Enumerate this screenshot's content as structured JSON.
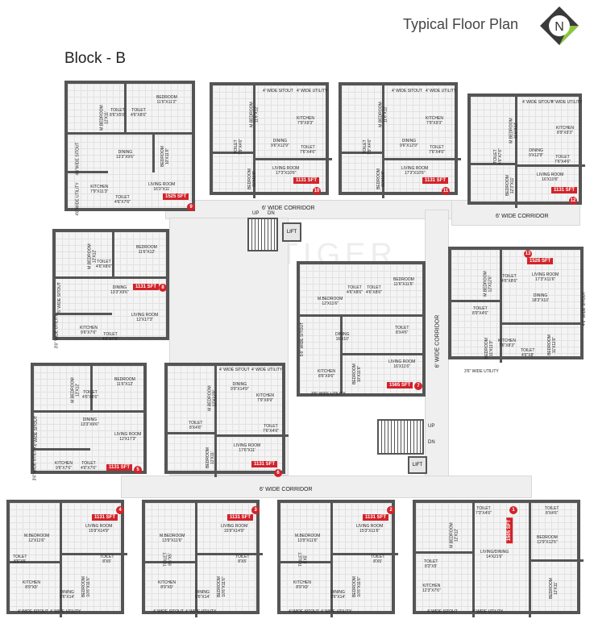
{
  "title": "Typical Floor Plan",
  "compass": "N",
  "block": "Block - B",
  "watermark": "PROPTIGER",
  "corridors": [
    "6' WIDE CORRIDOR",
    "6' WIDE CORRIDOR",
    "6' WIDE CORRIDOR",
    "6' WIDE CORRIDOR"
  ],
  "lifts": [
    "LIFT",
    "LIFT"
  ],
  "stairs": {
    "up": "UP",
    "dn": "DN",
    "up2": "UP",
    "dn2": "DN"
  },
  "units": [
    {
      "no": "9",
      "sft": "1525 SFT",
      "rooms": [
        "BEDROOM\n11'6\"X11'2\"",
        "M.BEDROOM\n12'X11'",
        "TOILET\n8'6\"X5'0\"",
        "TOILET\n4'6\"X8'6\"",
        "DINING\n13'3\"X9'6\"",
        "BEDROOM\n10'X11'6\"",
        "KITCHEN\n7'9\"X11'3\"",
        "TOILET\n4'6\"X7'6\"",
        "LIVING ROOM\n16'3\"X11'",
        "4'6\"WIDE SITOUT",
        "4'6\"WIDE UTILITY"
      ]
    },
    {
      "no": "10",
      "sft": "1131 SFT",
      "rooms": [
        "4' WIDE SITOUT",
        "4' WIDE UTILITY",
        "M.BEDROOM\n11'6\"X12'",
        "KITCHEN\n7'9\"X9'3\"",
        "DINING\n9'6\"X12'9\"",
        "TOILET\n7'6\"X4'6\"",
        "BEDROOM\n11'X11'6\"",
        "LIVING ROOM\n17'3\"X10'6\"",
        "TOILET\n7'9\"X4'6\""
      ]
    },
    {
      "no": "11",
      "sft": "1131 SFT",
      "rooms": [
        "4' WIDE SITOUT",
        "4' WIDE UTILITY",
        "M.BEDROOM\n11'6\"X12'",
        "KITCHEN\n7'9\"X9'3\"",
        "DINING\n9'6\"X12'9\"",
        "TOILET\n7'6\"X4'6\"",
        "BEDROOM\n11'X11'6\"",
        "LIVING ROOM\n17'3\"X10'6\"",
        "TOILET\n7'9\"X4'6\""
      ]
    },
    {
      "no": "12",
      "sft": "1131 SFT",
      "rooms": [
        "4' WIDE SITOUT",
        "4' WIDE UTILITY",
        "M.BEDROOM\n11'6\"X12'",
        "KITCHEN\n8'9\"X9'3\"",
        "DINING\n9'X12'9\"",
        "TOILET\n7'6\"X4'6\"",
        "TOILET\n4'6\"X7'6\"",
        "BEDROOM\n12'3\"X11'",
        "LIVING ROOM\n16'X10'6\""
      ]
    },
    {
      "no": "8",
      "sft": "1131 SFT",
      "rooms": [
        "M.BEDROOM\n12'X12'",
        "BEDROOM\n11'6\"X12'",
        "TOILET\n4'6\"X8'6\"",
        "DINING\n13'3\"X9'6\"",
        "KITCHEN\n9'6\"X7'6\"",
        "TOILET\n4'6\"X7'6\"",
        "LIVING ROOM\n12'X17'3\"",
        "5' WIDE SITOUT",
        "3'6\" WIDE UTILITY"
      ]
    },
    {
      "no": "7",
      "sft": "1565 SFT",
      "rooms": [
        "M.BEDROOM\n12'X11'6\"",
        "TOILET\n4'6\"X8'6\"",
        "TOILET\n4'6\"X8'6\"",
        "BEDROOM\n11'6\"X11'6\"",
        "DINING\n16'X10'",
        "TOILET\n8'X4'6\"",
        "KITCHEN\n8'6\"X9'6\"",
        "BEDROOM\n10'X11'6\"",
        "LIVING ROOM\n16'X11'6\"",
        "5'6\" WIDE SITOUT",
        "3'6\" WIDE UTILITY"
      ]
    },
    {
      "no": "13",
      "sft": "1526 SFT",
      "rooms": [
        "M.BEDROOM\n12'X12'6\"",
        "TOILET\n4'6\"X8'6\"",
        "LIVING ROOM\n17'3\"X11'6\"",
        "DINING\n18'3\"X10'",
        "TOILET\n8'9\"X4'6\"",
        "KITCHEN\n7'6\"X8'3\"",
        "TOILET\n4'6\"X8'",
        "BEDROOM\n11'X11'3\"",
        "BEDROOM\n11'X11'6\"",
        "3'6\" WIDE UTILITY",
        "4'6\" WIDE SITOUT"
      ]
    },
    {
      "no": "5",
      "sft": "1131 SFT",
      "rooms": [
        "M.BEDROOM\n12'X12'",
        "BEDROOM\n11'6\"X12'",
        "TOILET\n4'6\"X8'6\"",
        "DINING\n13'3\"X9'6\"",
        "LIVING ROOM\n12'X17'3\"",
        "KITCHEN\n9'6\"X7'6\"",
        "TOILET\n4'6\"X7'6\"",
        "4' WIDE SITOUT",
        "3'6\" WIDE UTILITY"
      ]
    },
    {
      "no": "6",
      "sft": "1131 SFT",
      "rooms": [
        "4' WIDE SITOUT",
        "4' WIDE UTILITY",
        "DINING\n9'9\"X14'9\"",
        "KITCHEN\n7'9\"X9'9\"",
        "M.BEDROOM\n12'X12'9\"",
        "TOILET\n8'X4'6\"",
        "TOILET\n7'6\"X4'6\"",
        "BEDROOM\n12'X11'",
        "LIVING ROOM\n17'6\"X11'"
      ]
    },
    {
      "no": "4",
      "sft": "1131 SFT",
      "rooms": [
        "M.BEDROOM\n12'X11'6\"",
        "LIVING ROOM\n15'9\"X14'9\"",
        "TOILET\n8'6\"X5'",
        "TOILET\n8'X5'",
        "KITCHEN\n8'9\"X9'",
        "DINING\n9'6\"X14'",
        "BEDROOM\n10'6\"X11'6\"",
        "4' WIDE SITOUT",
        "4' WIDE UTILITY"
      ]
    },
    {
      "no": "3",
      "sft": "1131 SFT",
      "rooms": [
        "M.BEDROOM\n13'9\"X11'6\"",
        "LIVING ROOM\n15'9\"X14'9\"",
        "TOILET\n8'6\"X5'",
        "TOILET\n8'X5'",
        "KITCHEN\n8'9\"X9'",
        "DINING\n9'6\"X14'",
        "BEDROOM\n10'6\"X11'6\"",
        "4' WIDE SITOUT",
        "4' WIDE UTILITY"
      ]
    },
    {
      "no": "2",
      "sft": "1131 SFT",
      "rooms": [
        "M.BEDROOM\n13'9\"X11'6\"",
        "LIVING ROOM\n15'3\"X11'6\"",
        "TOILET\n8'X5'",
        "TOILET\n8'X5'",
        "KITCHEN\n8'9\"X9'",
        "DINING\n9'6\"X14'",
        "BEDROOM\n10'6\"X11'6\"",
        "4' WIDE SITOUT",
        "4' WIDE UTILITY"
      ]
    },
    {
      "no": "1",
      "sft": "1505 SFT",
      "rooms": [
        "TOILET\n7'3\"X4'6\"",
        "TOILET\n8'X4'6\"",
        "M.BEDROOM\n12'X12'",
        "BEDROOM\n12'9\"X12'6\"",
        "LIVING/DINING\n14'X21'6\"",
        "TOILET\n8'3\"X5'",
        "KITCHEN\n12'3\"X7'6\"",
        "BEDROOM\n12'X11'",
        "4' WIDE SITOUT",
        "4' WIDE UTILITY"
      ]
    }
  ]
}
